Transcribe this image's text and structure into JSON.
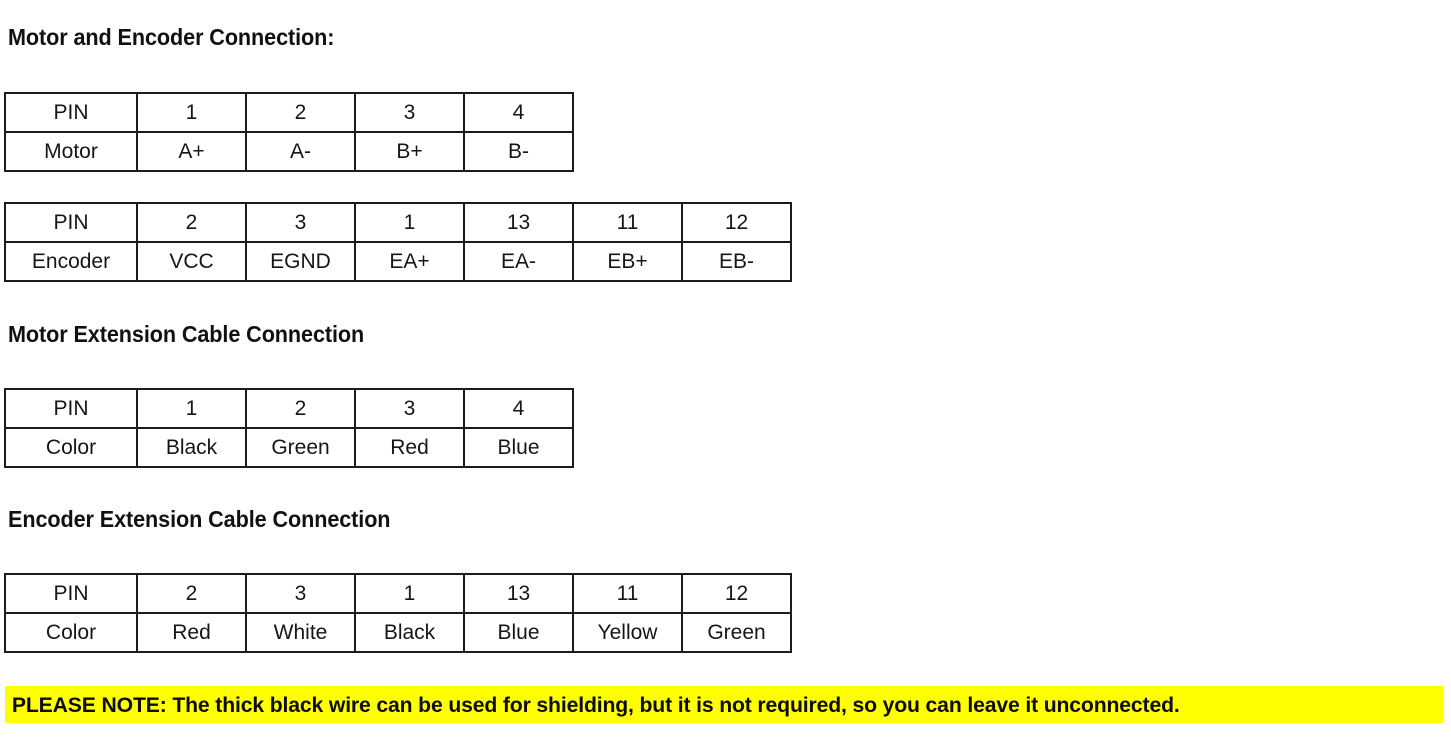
{
  "document": {
    "background_color": "#ffffff",
    "text_color": "#111111",
    "table_border_color": "#1c1c1c"
  },
  "sections": [
    {
      "heading": "Motor and Encoder Connection:",
      "table": {
        "name": "motor-connection",
        "rows": [
          [
            "PIN",
            "1",
            "2",
            "3",
            "4"
          ],
          [
            "Motor",
            "A+",
            "A-",
            "B+",
            "B-"
          ]
        ]
      }
    },
    {
      "heading": "",
      "table": {
        "name": "encoder-connection",
        "rows": [
          [
            "PIN",
            "2",
            "3",
            "1",
            "13",
            "11",
            "12"
          ],
          [
            "Encoder",
            "VCC",
            "EGND",
            "EA+",
            "EA-",
            "EB+",
            "EB-"
          ]
        ]
      }
    },
    {
      "heading": "Motor Extension Cable Connection",
      "table": {
        "name": "motor-extension-cable",
        "rows": [
          [
            "PIN",
            "1",
            "2",
            "3",
            "4"
          ],
          [
            "Color",
            "Black",
            "Green",
            "Red",
            "Blue"
          ]
        ]
      }
    },
    {
      "heading": "Encoder Extension Cable Connection",
      "table": {
        "name": "encoder-extension-cable",
        "rows": [
          [
            "PIN",
            "2",
            "3",
            "1",
            "13",
            "11",
            "12"
          ],
          [
            "Color",
            "Red",
            "White",
            "Black",
            "Blue",
            "Yellow",
            "Green"
          ]
        ]
      }
    }
  ],
  "headings": {
    "motor_and_encoder": "Motor and Encoder Connection:",
    "motor_extension": "Motor Extension Cable Connection",
    "encoder_extension": "Encoder Extension Cable Connection"
  },
  "tables": {
    "motor": {
      "row_pin": [
        "PIN",
        "1",
        "2",
        "3",
        "4"
      ],
      "row_value": [
        "Motor",
        "A+",
        "A-",
        "B+",
        "B-"
      ]
    },
    "encoder": {
      "row_pin": [
        "PIN",
        "2",
        "3",
        "1",
        "13",
        "11",
        "12"
      ],
      "row_value": [
        "Encoder",
        "VCC",
        "EGND",
        "EA+",
        "EA-",
        "EB+",
        "EB-"
      ]
    },
    "motor_ext": {
      "row_pin": [
        "PIN",
        "1",
        "2",
        "3",
        "4"
      ],
      "row_value": [
        "Color",
        "Black",
        "Green",
        "Red",
        "Blue"
      ]
    },
    "encoder_ext": {
      "row_pin": [
        "PIN",
        "2",
        "3",
        "1",
        "13",
        "11",
        "12"
      ],
      "row_value": [
        "Color",
        "Red",
        "White",
        "Black",
        "Blue",
        "Yellow",
        "Green"
      ]
    }
  },
  "note": {
    "text": "PLEASE NOTE: The thick black wire can be used for shielding, but it is not required, so you can leave it unconnected.",
    "highlight_color": "#ffff00",
    "text_color": "#0d0d0d"
  }
}
